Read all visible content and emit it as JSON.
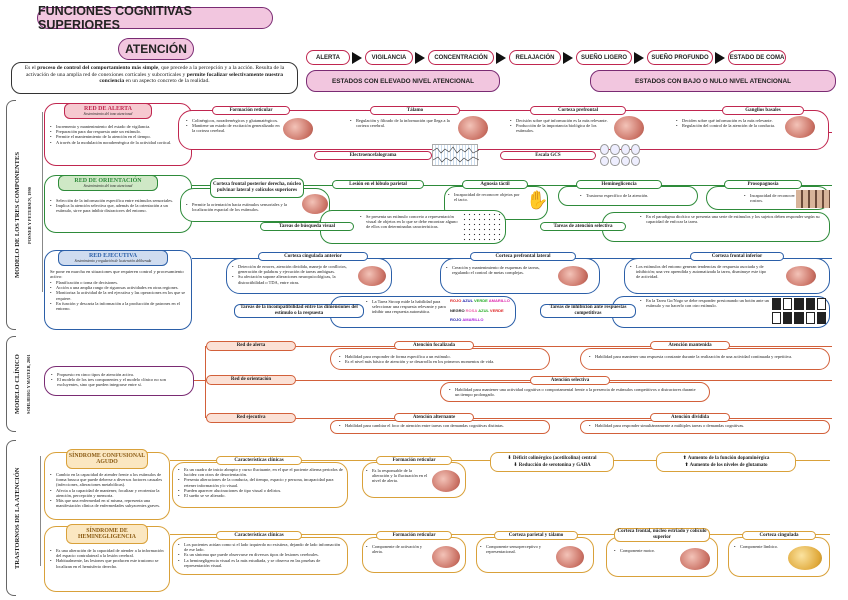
{
  "header": {
    "main_title": "FUNCIONES COGNITIVAS SUPERIORES",
    "atencion_title": "ATENCIÓN",
    "definition_prefix": "Es el ",
    "definition_bold1": "proceso de control del comportamiento más simple",
    "definition_mid1": ", que precede a la percepción y a la acción. Resulta de la activación de una amplia red de conexiones corticales y subcorticales y ",
    "definition_bold2": "permite focalizar selectivamente nuestra conciencia",
    "definition_suffix": " en un aspecto concreto de la realidad."
  },
  "states": {
    "sequence": [
      "ALERTA",
      "VIGILANCIA",
      "CONCENTRACIÓN",
      "RELAJACIÓN",
      "SUEÑO LIGERO",
      "SUEÑO PROFUNDO",
      "ESTADO DE COMA"
    ],
    "high_label": "ESTADOS CON ELEVADO NIVEL ATENCIONAL",
    "low_label": "ESTADOS CON BAJO O NULO NIVEL ATENCIONAL"
  },
  "section1": {
    "side_title": "MODELO DE LOS TRES COMPONENTES",
    "side_subtitle": "POSNER Y PETERSEN, 1990",
    "alerta": {
      "title": "RED DE ALERTA",
      "subtitle": "Sostenimiento del tono atencional",
      "bullets": [
        "Incremento y mantenimiento del estado de vigilancia.",
        "Preparación para dar respuesta ante un estímulo.",
        "Permite el mantenimiento de la atención en el tiempo.",
        "A través de la modulación noradrenérgica de la actividad cortical."
      ],
      "formacion_title": "Formación reticular",
      "formacion_bullets": [
        "Colinérgicos, noradrenérgicos y glutamatérgicos.",
        "Mantiene un estado de excitación generalizado en la corteza cerebral."
      ],
      "talamo_title": "Tálamo",
      "talamo_bullets": [
        "Regulación y filtrado de la información que llega a la corteza cerebral."
      ],
      "cortex_pref_title": "Corteza prefrontal",
      "cortex_pref_bullets": [
        "Decisión sobre qué información es la más relevante.",
        "Producción de la importancia biológica de los estímulos."
      ],
      "ganglios_title": "Ganglios basales",
      "ganglios_bullets": [
        "Deciden sobre qué información es la más relevante.",
        "Regulación del control de la atención de la conducta."
      ],
      "eeg_title": "Electroencefalograma",
      "gcs_title": "Escala GCS"
    },
    "orientacion": {
      "title": "RED DE ORIENTACIÓN",
      "subtitle": "Sostenimiento del tono atencional",
      "bullets": [
        "Selección de la información específica entre estímulos sensoriales.",
        "Implica la atención selectiva que, además de la orientación a un estímulo, sirve para inhibir distractores del entorno."
      ],
      "cortex_par_title": "Corteza frontal posterior derecha, núcleo pulvinar lateral y colículos superiores",
      "cortex_par_bullets": [
        "Permite la orientación hacia estímulos sensoriales y la localización espacial de los estímulos."
      ],
      "lesion_title": "Lesión en el lóbulo parietal",
      "agnosia_title": "Agnosia táctil",
      "agnosia_bullets": [
        "Incapacidad de reconocer objetos por el tacto."
      ],
      "hemi_title": "Hemineglicencia",
      "hemi_bullets": [
        "Trastorno específico de la atención."
      ],
      "prosop_title": "Prosopagnosia",
      "prosop_bullets": [
        "Incapacidad de reconocer rostros."
      ],
      "busqueda_title": "Tareas de búsqueda visual",
      "busqueda_bullets": [
        "Se presenta un estímulo concreto a representación visual de objetos en lo que se debe encontrar alguno de ellos con determinadas características."
      ],
      "selectiva_title": "Tareas de atención selectiva",
      "selectiva_bullets": [
        "En el paradigma dicótico se presenta una serie de estímulos y los sujetos deben responder según su capacidad de enfocar la tarea."
      ]
    },
    "ejecutiva": {
      "title": "RED EJECUTIVA",
      "subtitle": "Sostenimiento y regulación de la atención deliberada",
      "intro": "Se pone en marcha en situaciones que requieren control y procesamiento activo:",
      "bullets": [
        "Planificación o toma de decisiones.",
        "Acción a una amplia rango de rigurosas actividades en otras regiones.",
        "Monitoriza la actividad de la red ejecutiva y las operaciones en los que se requiere.",
        "En función y descarta la información a la producción de patrones en el entorno."
      ],
      "cingulada_title": "Corteza cingulada anterior",
      "cingulada_bullets": [
        "Detección de errores, atención dividida, manejo de conflictos, generación de palabras y ejecución de tareas ambiguas.",
        "Su afectación supone alteraciones neuropsicológicas, la distractibilidad o TDA, entre otras."
      ],
      "cpl_title": "Corteza prefrontal lateral",
      "cpl_bullets": [
        "Creación y mantenimiento de esquemas de tareas, regulando el control de metas complejas."
      ],
      "cfi_title": "Corteza frontal inferior",
      "cfi_bullets": [
        "Los estímulos del entorno generan tendencias de respuesta asociada y de inhibición; una vez aprendida y automatizada la tarea, disminuye este tipo de actividad."
      ],
      "stroop_title": "Tareas de la incompatibilidad entre las dimensiones del estímulo o la respuesta",
      "stroop_bullets": [
        "La Tarea Stroop mide la habilidad para seleccionar una respuesta relevante y para inhibir una respuesta automática."
      ],
      "inhibicion_title": "Tareas de inhibición ante respuestas competitivas",
      "inhibicion_bullets": [
        "En la Tarea Go/Nogo se debe responder presionando un botón ante un estímulo y no hacerlo con otro estímulo."
      ],
      "stroop_words": [
        "ROJO",
        "AZUL",
        "VERDE",
        "AMARILLO",
        "NEGRO",
        "ROSA",
        "AZUL",
        "VERDE",
        "ROJO",
        "AMARILLO"
      ]
    }
  },
  "section2": {
    "side_title": "MODELO CLÍNICO",
    "side_subtitle": "SOHLBERG Y MATEER, 2001",
    "intro_bullets": [
      "Propuesto en cinco tipos de atención activa.",
      "El modelo de los tres componentes y el modelo clínico no son excluyentes, sino que pueden integrarse entre sí."
    ],
    "red_alerta": "Red de alerta",
    "red_orientacion": "Red de orientación",
    "red_ejecutiva": "Red ejecutiva",
    "focalizada_title": "Atención focalizada",
    "focalizada_bullets": [
      "Habilidad para responder de forma específica a un estímulo.",
      "Es el nivel más básico de atención y se desarrolla en los primeros momentos de vida."
    ],
    "mantenida_title": "Atención mantenida",
    "mantenida_bullets": [
      "Habilidad para mantener una respuesta constante durante la realización de una actividad continuada y repetitiva."
    ],
    "selectiva_title": "Atención selectiva",
    "selectiva_bullets": [
      "Habilidad para mantener una actividad cognitiva o comportamental frente a la presencia de estímulos competitivos o distractores durante un tiempo prolongado."
    ],
    "alternante_title": "Atención alternante",
    "alternante_bullets": [
      "Habilidad para cambiar el foco de atención entre tareas con demandas cognitivas distintas."
    ],
    "dividida_title": "Atención dividida",
    "dividida_bullets": [
      "Habilidad para responder simultáneamente a múltiples tareas o demandas cognitivas."
    ]
  },
  "section3": {
    "side_title": "TRASTORNOS DE LA ATENCIÓN",
    "confusional": {
      "title": "SÍNDROME CONFUSIONAL AGUDO",
      "bullets": [
        "Cambio en la capacidad de atender frente a los estímulos de forma brusca que puede deberse a diversos factores causales (infecciones, alteraciones metabólicas).",
        "Afecta a la capacidad de mantener, focalizar y reorientar la atención, percepción y memoria.",
        "Más que una enfermedad en sí misma, representa una manifestación clínica de enfermedades subyacentes graves."
      ],
      "carac_title": "Características clínicas",
      "carac_bullets": [
        "Es un cuadro de inicio abrupto y curso fluctuante, en el que el paciente alterna periodos de lucidez con otros de desorientación.",
        "Presenta alteraciones de la conducta, del tiempo, espacio y persona, incapacidad para retener información y/o visual.",
        "Pueden aparecer alucinaciones de tipo visual o delirios.",
        "El sueño se ve alterado."
      ],
      "formacion_title": "Formación reticular",
      "formacion_bullets": [
        "Es la responsable de la alteración y la fluctuación en el nivel de alerta."
      ],
      "deficit1": "Déficit colinérgico (acetilcolina) central",
      "deficit2": "Reducción de serotonina y GABA",
      "aumento1": "Aumento de la función dopaminérgica",
      "aumento2": "Aumento de los niveles de glutamato"
    },
    "heminegligencia": {
      "title": "SÍNDROME DE HEMINEGLIGENCIA",
      "bullets": [
        "Es una alteración de la capacidad de atender a la información del espacio contralateral a la lesión cerebral.",
        "Habitualmente, las lesiones que producen este trastorno se localizan en el hemisferio derecho."
      ],
      "carac_title": "Características clínicas",
      "carac_bullets": [
        "Los pacientes actúan como si el lado izquierdo no existiera, dejando de lado información de ese lado.",
        "Es un síntoma que puede observarse en diversos tipos de lesiones cerebrales.",
        "La heminegligencia visual es la más estudiada, y se observa en las pruebas de representación visual."
      ],
      "formacion_title": "Formación reticular",
      "formacion_bullets": [
        "Componente de activación y alerta."
      ],
      "parietal_title": "Corteza parietal y tálamo",
      "parietal_bullets": [
        "Componente sensoperceptivo y representacional."
      ],
      "frontal_title": "Corteza frontal, núcleo estriado y colículo superior",
      "frontal_bullets": [
        "Componente motor."
      ],
      "cingulada_title": "Corteza cingulada",
      "cingulada_bullets": [
        "Componente límbico."
      ]
    }
  },
  "colors": {
    "alerta": "#c0264f",
    "orientacion": "#2e8b3a",
    "ejecutiva": "#2b5fa8",
    "clinico": "#d2603a",
    "trastorno": "#d9a13a",
    "pink_fill": "#f2c6df",
    "purple": "#7a2b73"
  }
}
